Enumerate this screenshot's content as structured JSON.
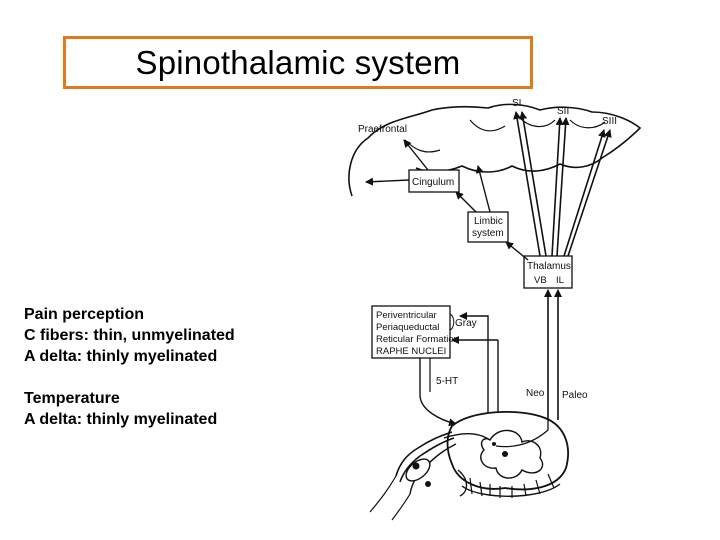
{
  "title": "Spinothalamic system",
  "notes": {
    "pain_heading": "Pain perception",
    "c_fibers": "C fibers: thin, unmyelinated",
    "a_delta_pain": "A delta: thinly myelinated",
    "temp_heading": "Temperature",
    "a_delta_temp": "A delta: thinly myelinated"
  },
  "diagram": {
    "si": "SI",
    "sii": "SII",
    "siii": "SIII",
    "prefrontal": "Praefrontal",
    "cingulum": "Cingulum",
    "limbic_1": "Limbic",
    "limbic_2": "system",
    "thalamus_1": "Thalamus",
    "thalamus_2": "VB",
    "thalamus_3": "IL",
    "box_line1": "Periventricular",
    "box_line2": "Periaqueductal",
    "box_line3": "Reticular Formation",
    "box_line4": "RAPHE NUCLEI",
    "gray": "Gray",
    "five_ht": "5-HT",
    "neo": "Neo",
    "paleo": "Paleo"
  }
}
